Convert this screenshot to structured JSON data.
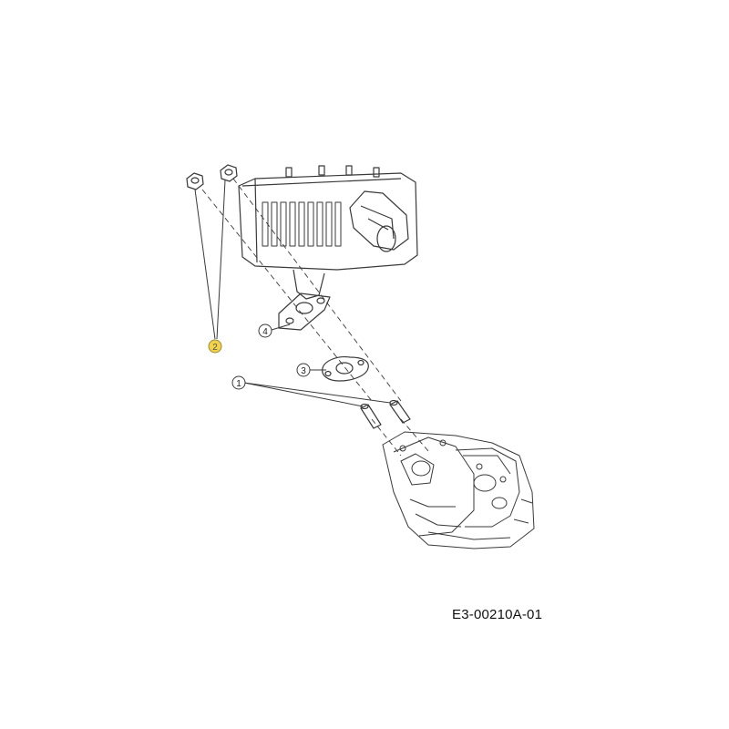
{
  "diagram": {
    "callouts": [
      {
        "label": "1",
        "color": "#ffffff"
      },
      {
        "label": "2",
        "color": "#f2d24a"
      },
      {
        "label": "3",
        "color": "#ffffff"
      },
      {
        "label": "4",
        "color": "#ffffff"
      }
    ],
    "drawing_code": "E3-00210A-01"
  },
  "colors": {
    "line": "#3a3a3a",
    "highlight": "#f2d24a",
    "background": "#ffffff"
  }
}
